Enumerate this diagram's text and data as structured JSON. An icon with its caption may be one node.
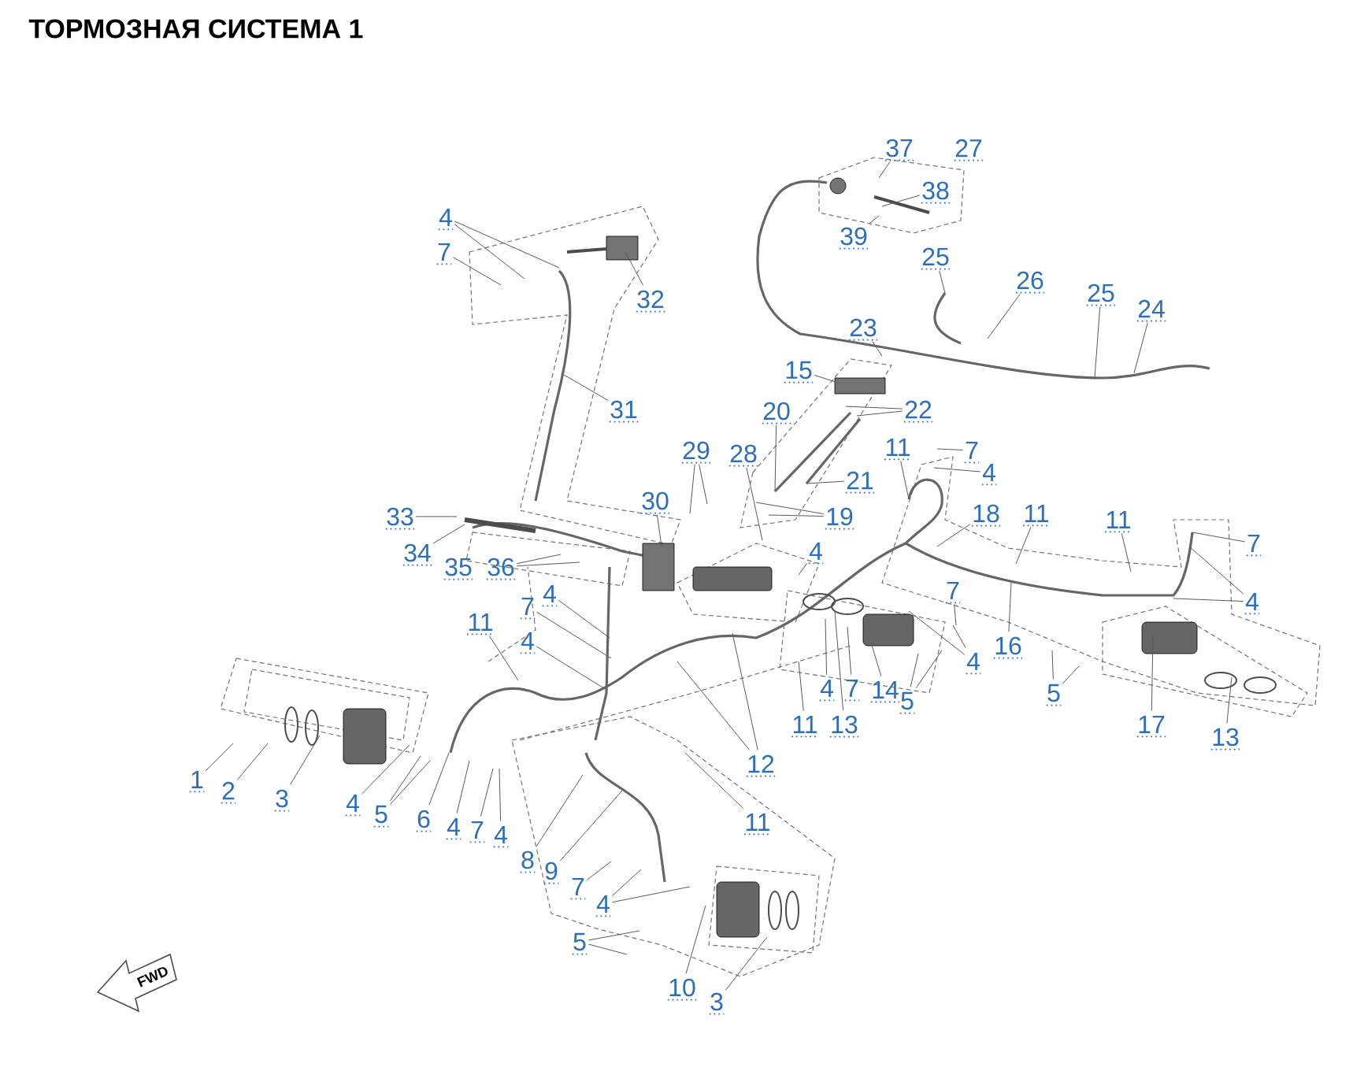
{
  "diagram": {
    "title": "ТОРМОЗНАЯ СИСТЕМА 1",
    "nodes": [
      {
        "text": [
          "37"
        ]
      },
      {
        "text": [
          "27"
        ]
      },
      {
        "text": [
          "38"
        ]
      },
      {
        "text": [
          "4"
        ]
      },
      {
        "text": [
          "39"
        ]
      },
      {
        "text": [
          "7"
        ]
      },
      {
        "text": [
          "25"
        ]
      },
      {
        "text": [
          "26"
        ]
      },
      {
        "text": [
          "25"
        ]
      },
      {
        "text": [
          "32"
        ]
      },
      {
        "text": [
          "24"
        ]
      },
      {
        "text": [
          "23"
        ]
      },
      {
        "text": [
          "15"
        ]
      },
      {
        "text": [
          "31"
        ]
      },
      {
        "text": [
          "22"
        ]
      },
      {
        "text": [
          "20"
        ]
      },
      {
        "text": [
          "11"
        ]
      },
      {
        "text": [
          "7"
        ]
      },
      {
        "text": [
          "29"
        ]
      },
      {
        "text": [
          "28"
        ]
      },
      {
        "text": [
          "4"
        ]
      },
      {
        "text": [
          "21"
        ]
      },
      {
        "text": [
          "30"
        ]
      },
      {
        "text": [
          "18"
        ]
      },
      {
        "text": [
          "11"
        ]
      },
      {
        "text": [
          "19"
        ]
      },
      {
        "text": [
          "33"
        ]
      },
      {
        "text": [
          "11"
        ]
      },
      {
        "text": [
          "7"
        ]
      },
      {
        "text": [
          "4"
        ]
      },
      {
        "text": [
          "34"
        ]
      },
      {
        "text": [
          "35"
        ]
      },
      {
        "text": [
          "36"
        ]
      },
      {
        "text": [
          "4"
        ]
      },
      {
        "text": [
          "7"
        ]
      },
      {
        "text": [
          "4"
        ]
      },
      {
        "text": [
          "7"
        ]
      },
      {
        "text": [
          "11"
        ]
      },
      {
        "text": [
          "4"
        ]
      },
      {
        "text": [
          "16"
        ]
      },
      {
        "text": [
          "4"
        ]
      },
      {
        "text": [
          "4"
        ]
      },
      {
        "text": [
          "7"
        ]
      },
      {
        "text": [
          "14"
        ]
      },
      {
        "text": [
          "5"
        ]
      },
      {
        "text": [
          "5"
        ]
      },
      {
        "text": [
          "11"
        ]
      },
      {
        "text": [
          "13"
        ]
      },
      {
        "text": [
          "17"
        ]
      },
      {
        "text": [
          "13"
        ]
      },
      {
        "text": [
          "12"
        ]
      },
      {
        "text": [
          "1"
        ]
      },
      {
        "text": [
          "2"
        ]
      },
      {
        "text": [
          "3"
        ]
      },
      {
        "text": [
          "4"
        ]
      },
      {
        "text": [
          "5"
        ]
      },
      {
        "text": [
          "6"
        ]
      },
      {
        "text": [
          "11"
        ]
      },
      {
        "text": [
          "4"
        ]
      },
      {
        "text": [
          "7"
        ]
      },
      {
        "text": [
          "4"
        ]
      },
      {
        "text": [
          "8"
        ]
      },
      {
        "text": [
          "9"
        ]
      },
      {
        "text": [
          "7"
        ]
      },
      {
        "text": [
          "4"
        ]
      },
      {
        "text": [
          "5"
        ]
      },
      {
        "text": [
          "10"
        ]
      },
      {
        "text": [
          "3"
        ]
      }
    ],
    "edges": [
      {
        "from": 0,
        "to": null,
        "arrow": "none"
      },
      {
        "from": 2,
        "to": null,
        "arrow": "none"
      },
      {
        "from": 3,
        "to": null,
        "arrow": "none"
      },
      {
        "from": 3,
        "to": null,
        "arrow": "none"
      },
      {
        "from": 4,
        "to": null,
        "arrow": "none"
      },
      {
        "from": 5,
        "to": null,
        "arrow": "none"
      },
      {
        "from": 6,
        "to": null,
        "arrow": "none"
      },
      {
        "from": 7,
        "to": null,
        "arrow": "none"
      },
      {
        "from": 8,
        "to": null,
        "arrow": "none"
      },
      {
        "from": 9,
        "to": null,
        "arrow": "none"
      },
      {
        "from": 10,
        "to": null,
        "arrow": "none"
      },
      {
        "from": 11,
        "to": null,
        "arrow": "none"
      },
      {
        "from": 12,
        "to": null,
        "arrow": "none"
      },
      {
        "from": 13,
        "to": null,
        "arrow": "none"
      },
      {
        "from": 14,
        "to": null,
        "arrow": "none"
      },
      {
        "from": 14,
        "to": null,
        "arrow": "none"
      },
      {
        "from": 15,
        "to": null,
        "arrow": "none"
      },
      {
        "from": 16,
        "to": null,
        "arrow": "none"
      },
      {
        "from": 17,
        "to": null,
        "arrow": "none"
      },
      {
        "from": 18,
        "to": null,
        "arrow": "none"
      },
      {
        "from": 18,
        "to": null,
        "arrow": "none"
      },
      {
        "from": 19,
        "to": null,
        "arrow": "none"
      },
      {
        "from": 20,
        "to": null,
        "arrow": "none"
      },
      {
        "from": 21,
        "to": null,
        "arrow": "none"
      },
      {
        "from": 22,
        "to": null,
        "arrow": "none"
      },
      {
        "from": 23,
        "to": null,
        "arrow": "none"
      },
      {
        "from": 24,
        "to": null,
        "arrow": "none"
      },
      {
        "from": 25,
        "to": null,
        "arrow": "none"
      },
      {
        "from": 25,
        "to": null,
        "arrow": "none"
      },
      {
        "from": 26,
        "to": null,
        "arrow": "none"
      },
      {
        "from": 27,
        "to": null,
        "arrow": "none"
      },
      {
        "from": 28,
        "to": null,
        "arrow": "none"
      },
      {
        "from": 29,
        "to": null,
        "arrow": "none"
      },
      {
        "from": 30,
        "to": null,
        "arrow": "none"
      },
      {
        "from": 32,
        "to": null,
        "arrow": "none"
      },
      {
        "from": 32,
        "to": null,
        "arrow": "none"
      },
      {
        "from": 33,
        "to": null,
        "arrow": "none"
      },
      {
        "from": 34,
        "to": null,
        "arrow": "none"
      },
      {
        "from": 35,
        "to": null,
        "arrow": "none"
      },
      {
        "from": 35,
        "to": null,
        "arrow": "none"
      },
      {
        "from": 36,
        "to": null,
        "arrow": "none"
      },
      {
        "from": 37,
        "to": null,
        "arrow": "none"
      },
      {
        "from": 38,
        "to": null,
        "arrow": "none"
      },
      {
        "from": 39,
        "to": null,
        "arrow": "none"
      },
      {
        "from": 40,
        "to": null,
        "arrow": "none"
      },
      {
        "from": 40,
        "to": null,
        "arrow": "none"
      },
      {
        "from": 41,
        "to": null,
        "arrow": "none"
      },
      {
        "from": 42,
        "to": null,
        "arrow": "none"
      },
      {
        "from": 43,
        "to": null,
        "arrow": "none"
      },
      {
        "from": 44,
        "to": null,
        "arrow": "none"
      },
      {
        "from": 44,
        "to": null,
        "arrow": "none"
      },
      {
        "from": 45,
        "to": null,
        "arrow": "none"
      },
      {
        "from": 45,
        "to": null,
        "arrow": "none"
      },
      {
        "from": 46,
        "to": null,
        "arrow": "none"
      },
      {
        "from": 47,
        "to": null,
        "arrow": "none"
      },
      {
        "from": 48,
        "to": null,
        "arrow": "none"
      },
      {
        "from": 49,
        "to": null,
        "arrow": "none"
      },
      {
        "from": 50,
        "to": null,
        "arrow": "none"
      },
      {
        "from": 50,
        "to": null,
        "arrow": "none"
      },
      {
        "from": 51,
        "to": null,
        "arrow": "none"
      },
      {
        "from": 52,
        "to": null,
        "arrow": "none"
      },
      {
        "from": 53,
        "to": null,
        "arrow": "none"
      },
      {
        "from": 54,
        "to": null,
        "arrow": "none"
      },
      {
        "from": 55,
        "to": null,
        "arrow": "none"
      },
      {
        "from": 55,
        "to": null,
        "arrow": "none"
      },
      {
        "from": 56,
        "to": null,
        "arrow": "none"
      },
      {
        "from": 57,
        "to": null,
        "arrow": "none"
      },
      {
        "from": 58,
        "to": null,
        "arrow": "none"
      },
      {
        "from": 59,
        "to": null,
        "arrow": "none"
      },
      {
        "from": 60,
        "to": null,
        "arrow": "none"
      },
      {
        "from": 61,
        "to": null,
        "arrow": "none"
      },
      {
        "from": 62,
        "to": null,
        "arrow": "none"
      },
      {
        "from": 63,
        "to": null,
        "arrow": "none"
      },
      {
        "from": 64,
        "to": null,
        "arrow": "none"
      },
      {
        "from": 64,
        "to": null,
        "arrow": "none"
      },
      {
        "from": 65,
        "to": null,
        "arrow": "none"
      },
      {
        "from": 65,
        "to": null,
        "arrow": "none"
      },
      {
        "from": 66,
        "to": null,
        "arrow": "none"
      },
      {
        "from": 67,
        "to": null,
        "arrow": "none"
      }
    ],
    "labels": [
      "FWD"
    ]
  }
}
